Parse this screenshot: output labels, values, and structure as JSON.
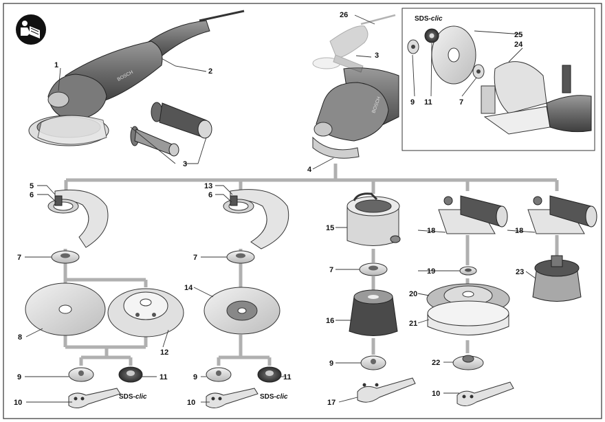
{
  "diagram": {
    "labels": {
      "n1": "1",
      "n2": "2",
      "n3a": "3",
      "n3b": "3",
      "n4": "4",
      "n5": "5",
      "n6a": "6",
      "n6b": "6",
      "n7a": "7",
      "n7b": "7",
      "n7c": "7",
      "n7d": "7",
      "n8": "8",
      "n9a": "9",
      "n9b": "9",
      "n9c": "9",
      "n9d": "9",
      "n10a": "10",
      "n10b": "10",
      "n10c": "10",
      "n11a": "11",
      "n11b": "11",
      "n11c": "11",
      "n12": "12",
      "n13": "13",
      "n14": "14",
      "n15": "15",
      "n16": "16",
      "n17": "17",
      "n18a": "18",
      "n18b": "18",
      "n19": "19",
      "n20": "20",
      "n21": "21",
      "n22": "22",
      "n23": "23",
      "n24": "24",
      "n25": "25",
      "n26": "26"
    },
    "sds_prefix": "SDS-",
    "sds_suffix": "clic",
    "brand_text": "BOSCH"
  },
  "icons": {
    "manual": "read-manual-icon"
  },
  "colors": {
    "line": "#333333",
    "connector": "#b0b0b0",
    "body_dark": "#5a5a5a",
    "body_mid": "#8c8c8c",
    "body_light": "#c8c8c8",
    "metal": "#e6e6e6"
  }
}
